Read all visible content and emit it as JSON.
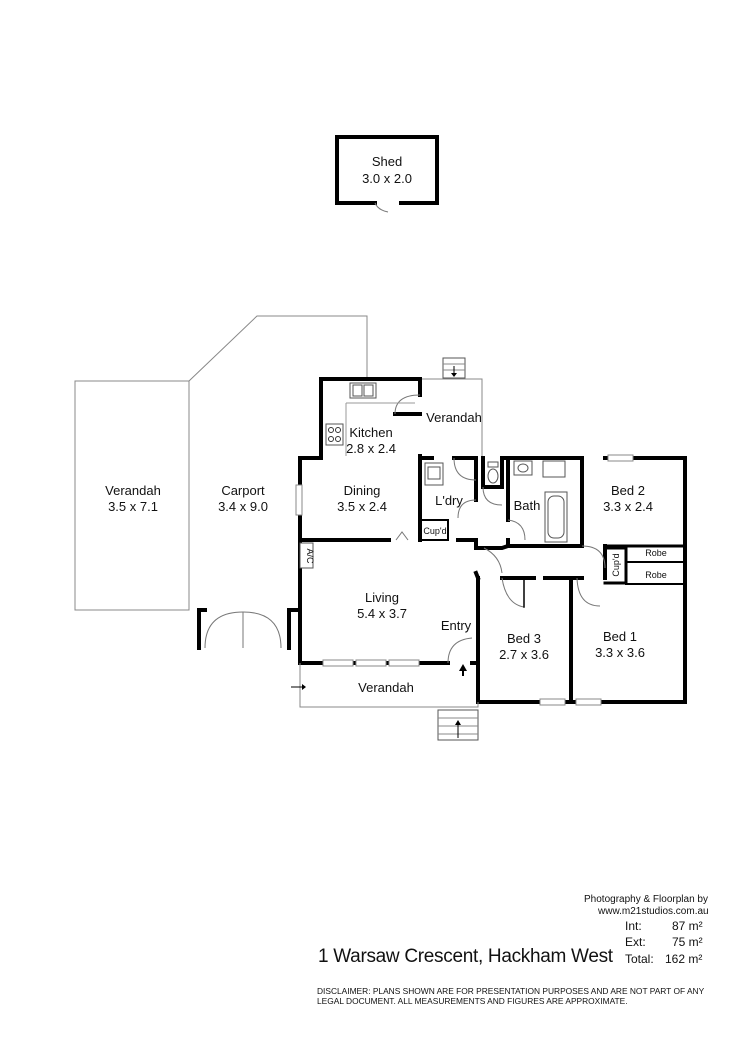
{
  "rooms": {
    "shed": {
      "name": "Shed",
      "size": "3.0 x 2.0"
    },
    "verandah_west": {
      "name": "Verandah",
      "size": "3.5 x 7.1"
    },
    "carport": {
      "name": "Carport",
      "size": "3.4 x 9.0"
    },
    "kitchen": {
      "name": "Kitchen",
      "size": "2.8 x 2.4"
    },
    "dining": {
      "name": "Dining",
      "size": "3.5 x 2.4"
    },
    "verandah_north": {
      "name": "Verandah"
    },
    "laundry": {
      "name": "L'dry"
    },
    "cupboard_laundry": {
      "name": "Cup'd"
    },
    "bath": {
      "name": "Bath"
    },
    "bed2": {
      "name": "Bed 2",
      "size": "3.3 x 2.4"
    },
    "robe1": {
      "name": "Robe"
    },
    "robe2": {
      "name": "Robe"
    },
    "cupboard_hall": {
      "name": "Cup'd"
    },
    "ac": {
      "name": "A/C"
    },
    "living": {
      "name": "Living",
      "size": "5.4 x 3.7"
    },
    "entry": {
      "name": "Entry"
    },
    "bed3": {
      "name": "Bed 3",
      "size": "2.7 x 3.6"
    },
    "bed1": {
      "name": "Bed 1",
      "size": "3.3 x 3.6"
    },
    "verandah_south": {
      "name": "Verandah"
    }
  },
  "credits": {
    "line1": "Photography & Floorplan by",
    "line2": "www.m21studios.com.au"
  },
  "areas": [
    {
      "label": "Int:",
      "value": "87 m²"
    },
    {
      "label": "Ext:",
      "value": "75 m²"
    },
    {
      "label": "Total:",
      "value": "162 m²"
    }
  ],
  "address": "1 Warsaw Crescent, Hackham West",
  "disclaimer": "DISCLAIMER:  PLANS SHOWN ARE FOR PRESENTATION PURPOSES AND ARE NOT PART OF ANY LEGAL DOCUMENT. ALL MEASUREMENTS AND FIGURES ARE APPROXIMATE."
}
